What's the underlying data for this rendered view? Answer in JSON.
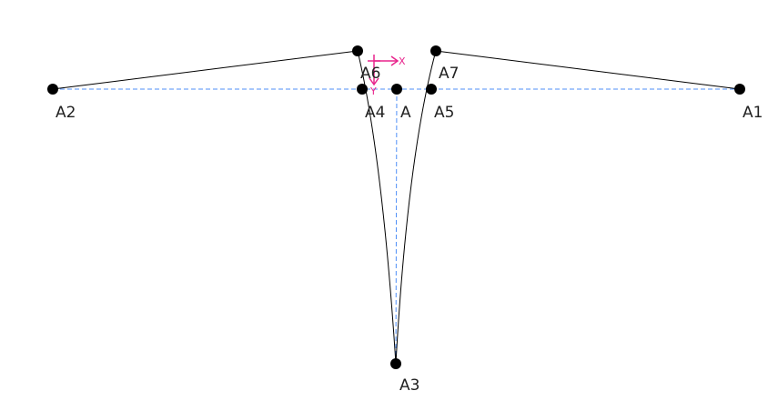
{
  "points": {
    "A": "A",
    "A1": "A1",
    "A2": "A2",
    "A3": "A3",
    "A4": "A4",
    "A5": "A5",
    "A6": "A6",
    "A7": "A7"
  },
  "axes": {
    "x": "X",
    "y": "Y"
  },
  "colors": {
    "guide": "#4f8ff7",
    "axis": "#e8248c",
    "line": "#000000"
  }
}
